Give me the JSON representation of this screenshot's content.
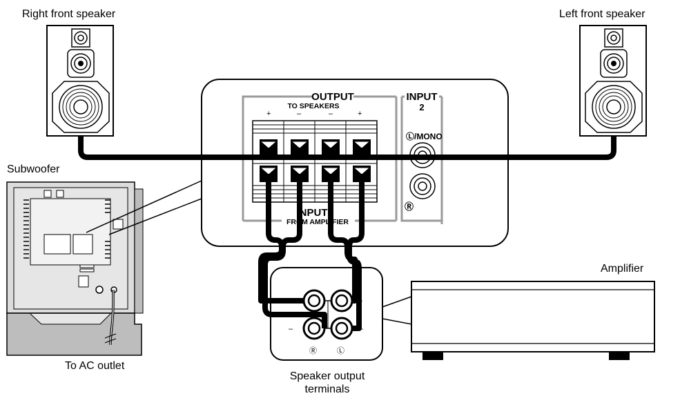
{
  "labels": {
    "right_speaker": "Right front speaker",
    "left_speaker": "Left front speaker",
    "subwoofer": "Subwoofer",
    "amplifier": "Amplifier",
    "ac_outlet": "To AC outlet",
    "speaker_terminals_line1": "Speaker output",
    "speaker_terminals_line2": "terminals"
  },
  "panel": {
    "output_title": "OUTPUT",
    "output_sub": "TO SPEAKERS",
    "input_title": "INPUT",
    "input_sub": "FROM AMPLIFIER",
    "input2_title": "INPUT",
    "input2_num": "2",
    "mono_label": "Ⓛ/MONO",
    "r_label": "Ⓡ",
    "polarity": [
      "+",
      "–",
      "–",
      "+"
    ]
  },
  "terminals": {
    "plus_left": "+",
    "plus_right": "+",
    "minus_left": "–",
    "minus_right": "–",
    "r_label": "Ⓡ",
    "l_label": "Ⓛ"
  },
  "icons": [
    "speaker-icon",
    "subwoofer-icon",
    "amplifier-icon",
    "terminal-icon",
    "rca-jack-icon"
  ]
}
